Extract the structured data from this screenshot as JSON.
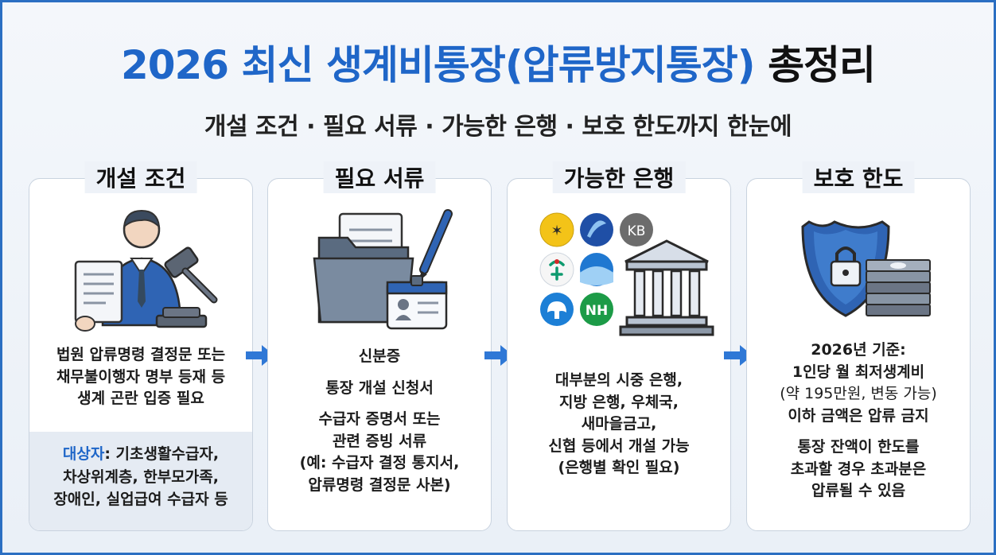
{
  "header": {
    "title_year": "2026 최신",
    "title_highlight": "생계비통장(압류방지통장)",
    "title_tail": "총정리",
    "subtitle": "개설 조건 · 필요 서류 · 가능한 은행 · 보호 한도까지 한눈에"
  },
  "cards": [
    {
      "heading": "개설 조건",
      "icon": "judge-with-gavel-icon",
      "lines": [
        "법원 압류명령 결정문 또는",
        "채무불이행자 명부 등재 등",
        "생계 곤란 입증 필요"
      ],
      "target_label": "대상자",
      "target_line1": ": 기초생활수급자,",
      "target_line2": "차상위계층, 한부모가족,",
      "target_line3": "장애인, 실업급여 수급자 등"
    },
    {
      "heading": "필요 서류",
      "icon": "documents-folder-id-card-icon",
      "group1": [
        "신분증"
      ],
      "group2": [
        "통장 개설 신청서"
      ],
      "group3": [
        "수급자 증명서 또는",
        "관련 증빙 서류",
        "(예: 수급자 결정 통지서,",
        "압류명령 결정문 사본)"
      ]
    },
    {
      "heading": "가능한 은행",
      "icon": "bank-building-icon",
      "logos": [
        "KB",
        "NH"
      ],
      "lines": [
        "대부분의 시중 은행,",
        "지방 은행, 우체국,",
        "새마을금고,",
        "신협 등에서 개설 가능",
        "(은행별 확인 필요)"
      ]
    },
    {
      "heading": "보호 한도",
      "icon": "shield-lock-money-icon",
      "group1": [
        "2026년 기준:",
        "1인당 월 최저생계비",
        "(약 195만원, 변동 가능)",
        "이하 금액은 압류 금지"
      ],
      "group2": [
        "통장 잔액이 한도를",
        "초과할 경우 초과분은",
        "압류될 수 있음"
      ]
    }
  ],
  "colors": {
    "accent": "#1f66c8",
    "arrow": "#2f78d6",
    "border": "#2b6fc2"
  }
}
